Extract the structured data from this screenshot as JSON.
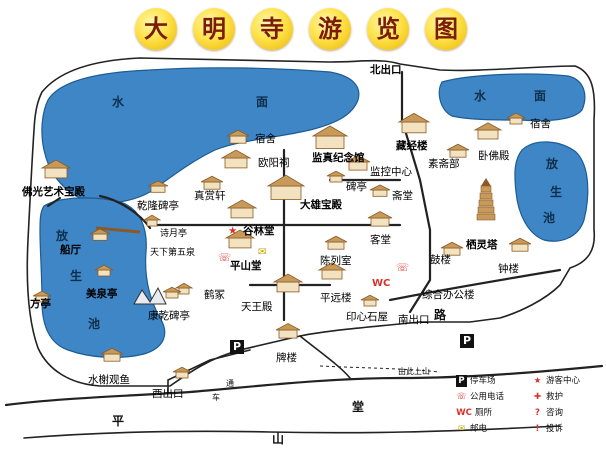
{
  "title": [
    "大",
    "明",
    "寺",
    "游",
    "览",
    "图"
  ],
  "water_labels": {
    "north_lake_1": "水",
    "north_lake_2": "面",
    "east_lake_1": "水",
    "east_lake_2": "面",
    "west_pool_1": "放",
    "west_pool_2": "生",
    "west_pool_3": "池",
    "east_pool_1": "放",
    "east_pool_2": "生",
    "east_pool_3": "池"
  },
  "places": {
    "north_exit": "北出口",
    "dormitory_1": "宿舍",
    "dormitory_2": "宿舍",
    "ouyang_shrine": "欧阳祠",
    "jianzhen_hall": "监真纪念馆",
    "monitor_center": "监控中心",
    "canjing_lou": "藏经楼",
    "sujiu_hall": "素斋部",
    "wofo_dian": "卧佛殿",
    "foguang_art": "佛光艺术宝殿",
    "qianlong_pavilion": "乾隆碑亭",
    "zhenshang_xuan": "真赏轩",
    "stele_pavilion": "碑亭",
    "zhai_tang": "斋堂",
    "daxiong_dian": "大雄宝殿",
    "gulin_tang": "谷林堂",
    "ke_tang": "客堂",
    "shiyue_ting": "诗月亭",
    "tianxia_quan": "天下第五泉",
    "qiling_ta": "栖灵塔",
    "pingshan_tang": "平山堂",
    "chuanfang": "船厅",
    "gu_lou": "鼓楼",
    "zhong_lou": "钟楼",
    "meiquan_ting": "美泉亭",
    "chenlie_shi": "陈列室",
    "hejia": "鹤冢",
    "pingyuan_lou": "平远楼",
    "wc": "WC",
    "zonghe_office": "综合办公楼",
    "fang_ting": "方亭",
    "kangqian_stele": "康乾碑亭",
    "tianwang_dian": "天王殿",
    "yinxin_shiwu": "印心石屋",
    "nan_exit": "南出口",
    "pai_lou": "牌楼",
    "shuixie_guanyu": "水榭观鱼",
    "youci_shangshan": "由此上山",
    "xi_exit": "西出口",
    "road_tong": "通",
    "road_che": "车"
  },
  "road_labels": {
    "ping": "平",
    "tang": "堂",
    "lu": "路",
    "shan": "山"
  },
  "legend": [
    {
      "symbol": "P",
      "label": "停车场",
      "color": "#111111",
      "icon": "parking-icon"
    },
    {
      "symbol": "★",
      "label": "游客中心",
      "color": "#d8322b",
      "icon": "star-icon"
    },
    {
      "symbol": "☏",
      "label": "公用电话",
      "color": "#d8322b",
      "icon": "phone-icon"
    },
    {
      "symbol": "✚",
      "label": "救护",
      "color": "#d8322b",
      "icon": "first-aid-icon"
    },
    {
      "symbol": "WC",
      "label": "厕所",
      "color": "#d8322b",
      "icon": "toilet-icon"
    },
    {
      "symbol": "?",
      "label": "咨询",
      "color": "#d8322b",
      "icon": "question-icon"
    },
    {
      "symbol": "✉",
      "label": "邮电",
      "color": "#c8a400",
      "icon": "mail-icon"
    },
    {
      "symbol": "!",
      "label": "投诉",
      "color": "#d8322b",
      "icon": "complaint-icon"
    }
  ],
  "colors": {
    "water": "#3f86c6",
    "water_edge": "#1e5b92",
    "ground": "#ffffff",
    "road": "#222222",
    "roof": "#c79a5a",
    "roof_dark": "#8a5a26",
    "wall": "#f3e2c0",
    "title_bg": "#ffe24a",
    "title_text": "#7a1c06",
    "accent_red": "#d8322b"
  }
}
